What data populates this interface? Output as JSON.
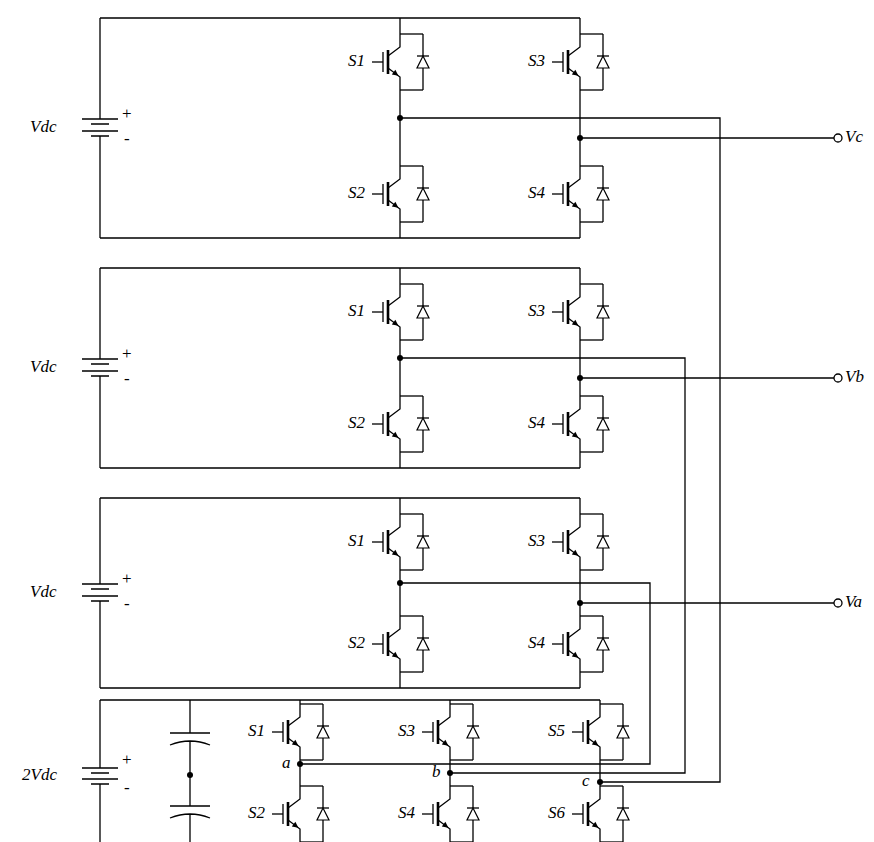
{
  "diagram": {
    "labels": [
      "S1",
      "S3",
      "Vdc",
      "+",
      "-",
      "S2",
      "S4",
      "Vc",
      "S1",
      "S3",
      "Vdc",
      "+",
      "-",
      "S2",
      "S4",
      "Vb",
      "S1",
      "S3",
      "Vdc",
      "+",
      "-",
      "S2",
      "S4",
      "Va",
      "2Vdc",
      "+",
      "-",
      "S1",
      "S3",
      "S5",
      "a",
      "b",
      "c",
      "S2",
      "S4",
      "S6"
    ]
  }
}
